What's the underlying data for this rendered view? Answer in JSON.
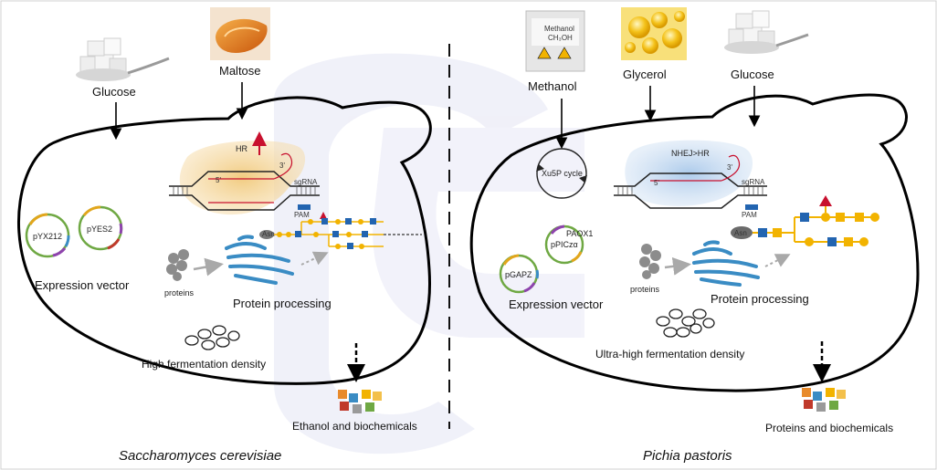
{
  "left": {
    "species": "Saccharomyces cerevisiae",
    "substrates": [
      "Glucose",
      "Maltose"
    ],
    "hr_label": "HR",
    "pam_label": "PAM",
    "sgrna_label": "sgRNA",
    "strand_5": "5'",
    "strand_3": "3'",
    "plasmids": [
      "pYX212",
      "pYES2"
    ],
    "expression_vector": "Expression vector",
    "proteins": "proteins",
    "protein_processing": "Protein processing",
    "fermentation": "High fermentation density",
    "output": "Ethanol and biochemicals"
  },
  "right": {
    "species": "Pichia pastoris",
    "substrates": [
      "Methanol",
      "Glycerol",
      "Glucose"
    ],
    "xu5p": "Xu5P cycle",
    "nhej_label": "NHEJ>HR",
    "pam_label": "PAM",
    "sgrna_label": "sgRNA",
    "strand_5": "5'",
    "strand_3": "3'",
    "asn_label": "Asn",
    "paox1": "PAOX1",
    "ppicz": "pPICzα",
    "pgapz": "pGAPZ",
    "expression_vector": "Expression vector",
    "proteins": "proteins",
    "protein_processing": "Protein processing",
    "fermentation": "Ultra-high fermentation density",
    "output": "Proteins and biochemicals"
  },
  "left_asn_label": "Asn",
  "methanol_bottle": {
    "line1": "Methanol",
    "line2": "CH₃OH"
  },
  "colors": {
    "cell_outline": "#000000",
    "arrow_red": "#c8102e",
    "er_blue": "#3a8cc4",
    "glycan_yellow": "#f2b300",
    "glycan_blue": "#2264b0",
    "left_glow": "#f3d28f",
    "right_glow": "#b8d3ee",
    "watermark": "#e5e6f5"
  }
}
